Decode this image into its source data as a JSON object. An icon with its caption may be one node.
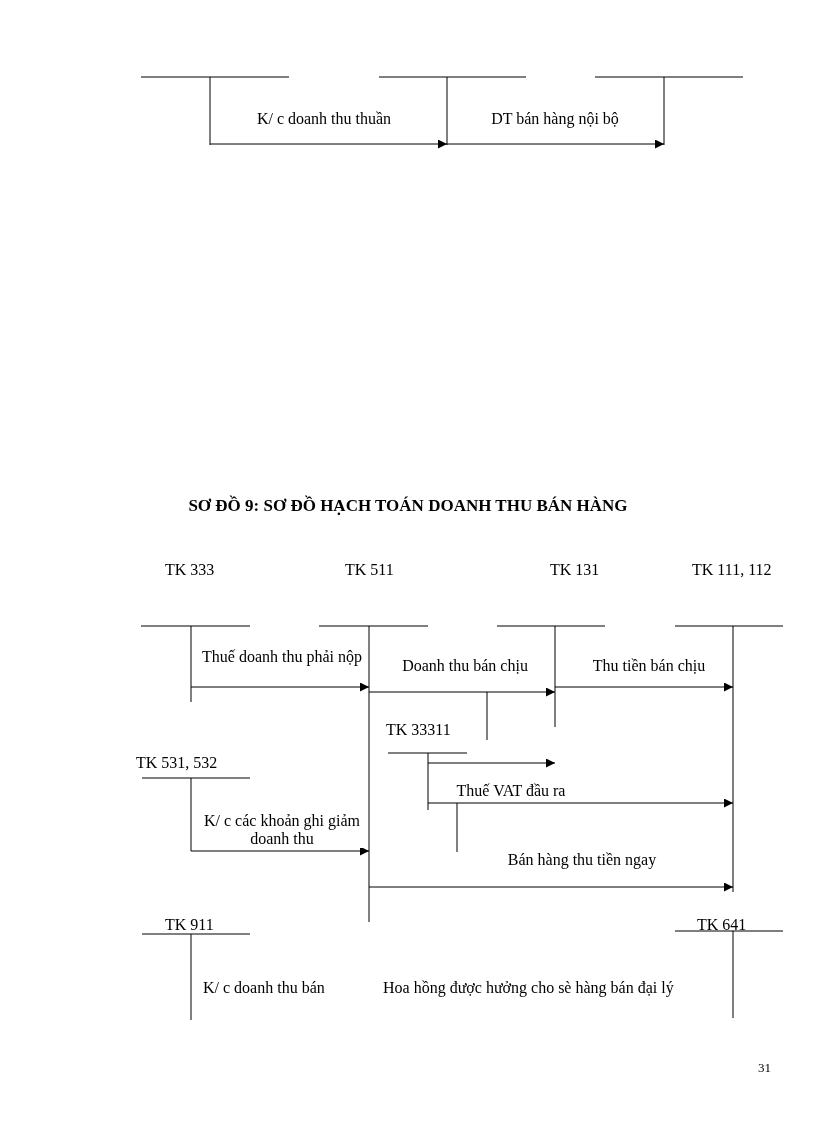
{
  "diagram": {
    "title": "SƠ ĐỒ 9: SƠ ĐỒ HẠCH TOÁN DOANH THU BÁN HÀNG",
    "nodes": [
      {
        "text": [],
        "shape": "line"
      },
      {
        "text": [],
        "shape": "line"
      },
      {
        "text": [],
        "shape": "line"
      },
      {
        "text": [
          "TK 333"
        ]
      },
      {
        "text": [
          "TK 511"
        ]
      },
      {
        "text": [
          "TK 131"
        ]
      },
      {
        "text": [
          "TK 111, 112"
        ]
      },
      {
        "text": [
          "TK 33311"
        ]
      },
      {
        "text": [
          "TK 531, 532"
        ]
      },
      {
        "text": [
          "TK 911"
        ],
        "beside": [
          "K/ c doanh thu bán"
        ]
      },
      {
        "text": [
          "TK 641"
        ],
        "beside": [
          "Hoa hồng được hưởng cho sè hàng bán đại lý"
        ]
      }
    ],
    "edges": [
      {
        "from": 0,
        "to": 1,
        "arrow": "to",
        "label": "K/ c doanh thu thuần"
      },
      {
        "from": 1,
        "to": 2,
        "arrow": "to",
        "label": "DT bán hàng nội bộ"
      },
      {
        "from": 3,
        "to": 4,
        "arrow": "to",
        "label": "Thuế doanh thu phải nộp"
      },
      {
        "from": 4,
        "to": 5,
        "arrow": "to",
        "label": "Doanh thu bán chịu"
      },
      {
        "from": 5,
        "to": 6,
        "arrow": "to",
        "label": "Thu tiền bán chịu"
      },
      {
        "from": 7,
        "to": 5,
        "arrow": "to"
      },
      {
        "from": 7,
        "to": 6,
        "arrow": "to",
        "label": "Thuế VAT đầu ra"
      },
      {
        "from": 8,
        "to": 4,
        "arrow": "to",
        "label": "K/ c các khoản ghi giảm doanh thu"
      },
      {
        "from": 4,
        "to": 6,
        "arrow": "to",
        "label": "Bán hàng thu tiền ngay"
      }
    ],
    "labels": [
      "31"
    ]
  }
}
